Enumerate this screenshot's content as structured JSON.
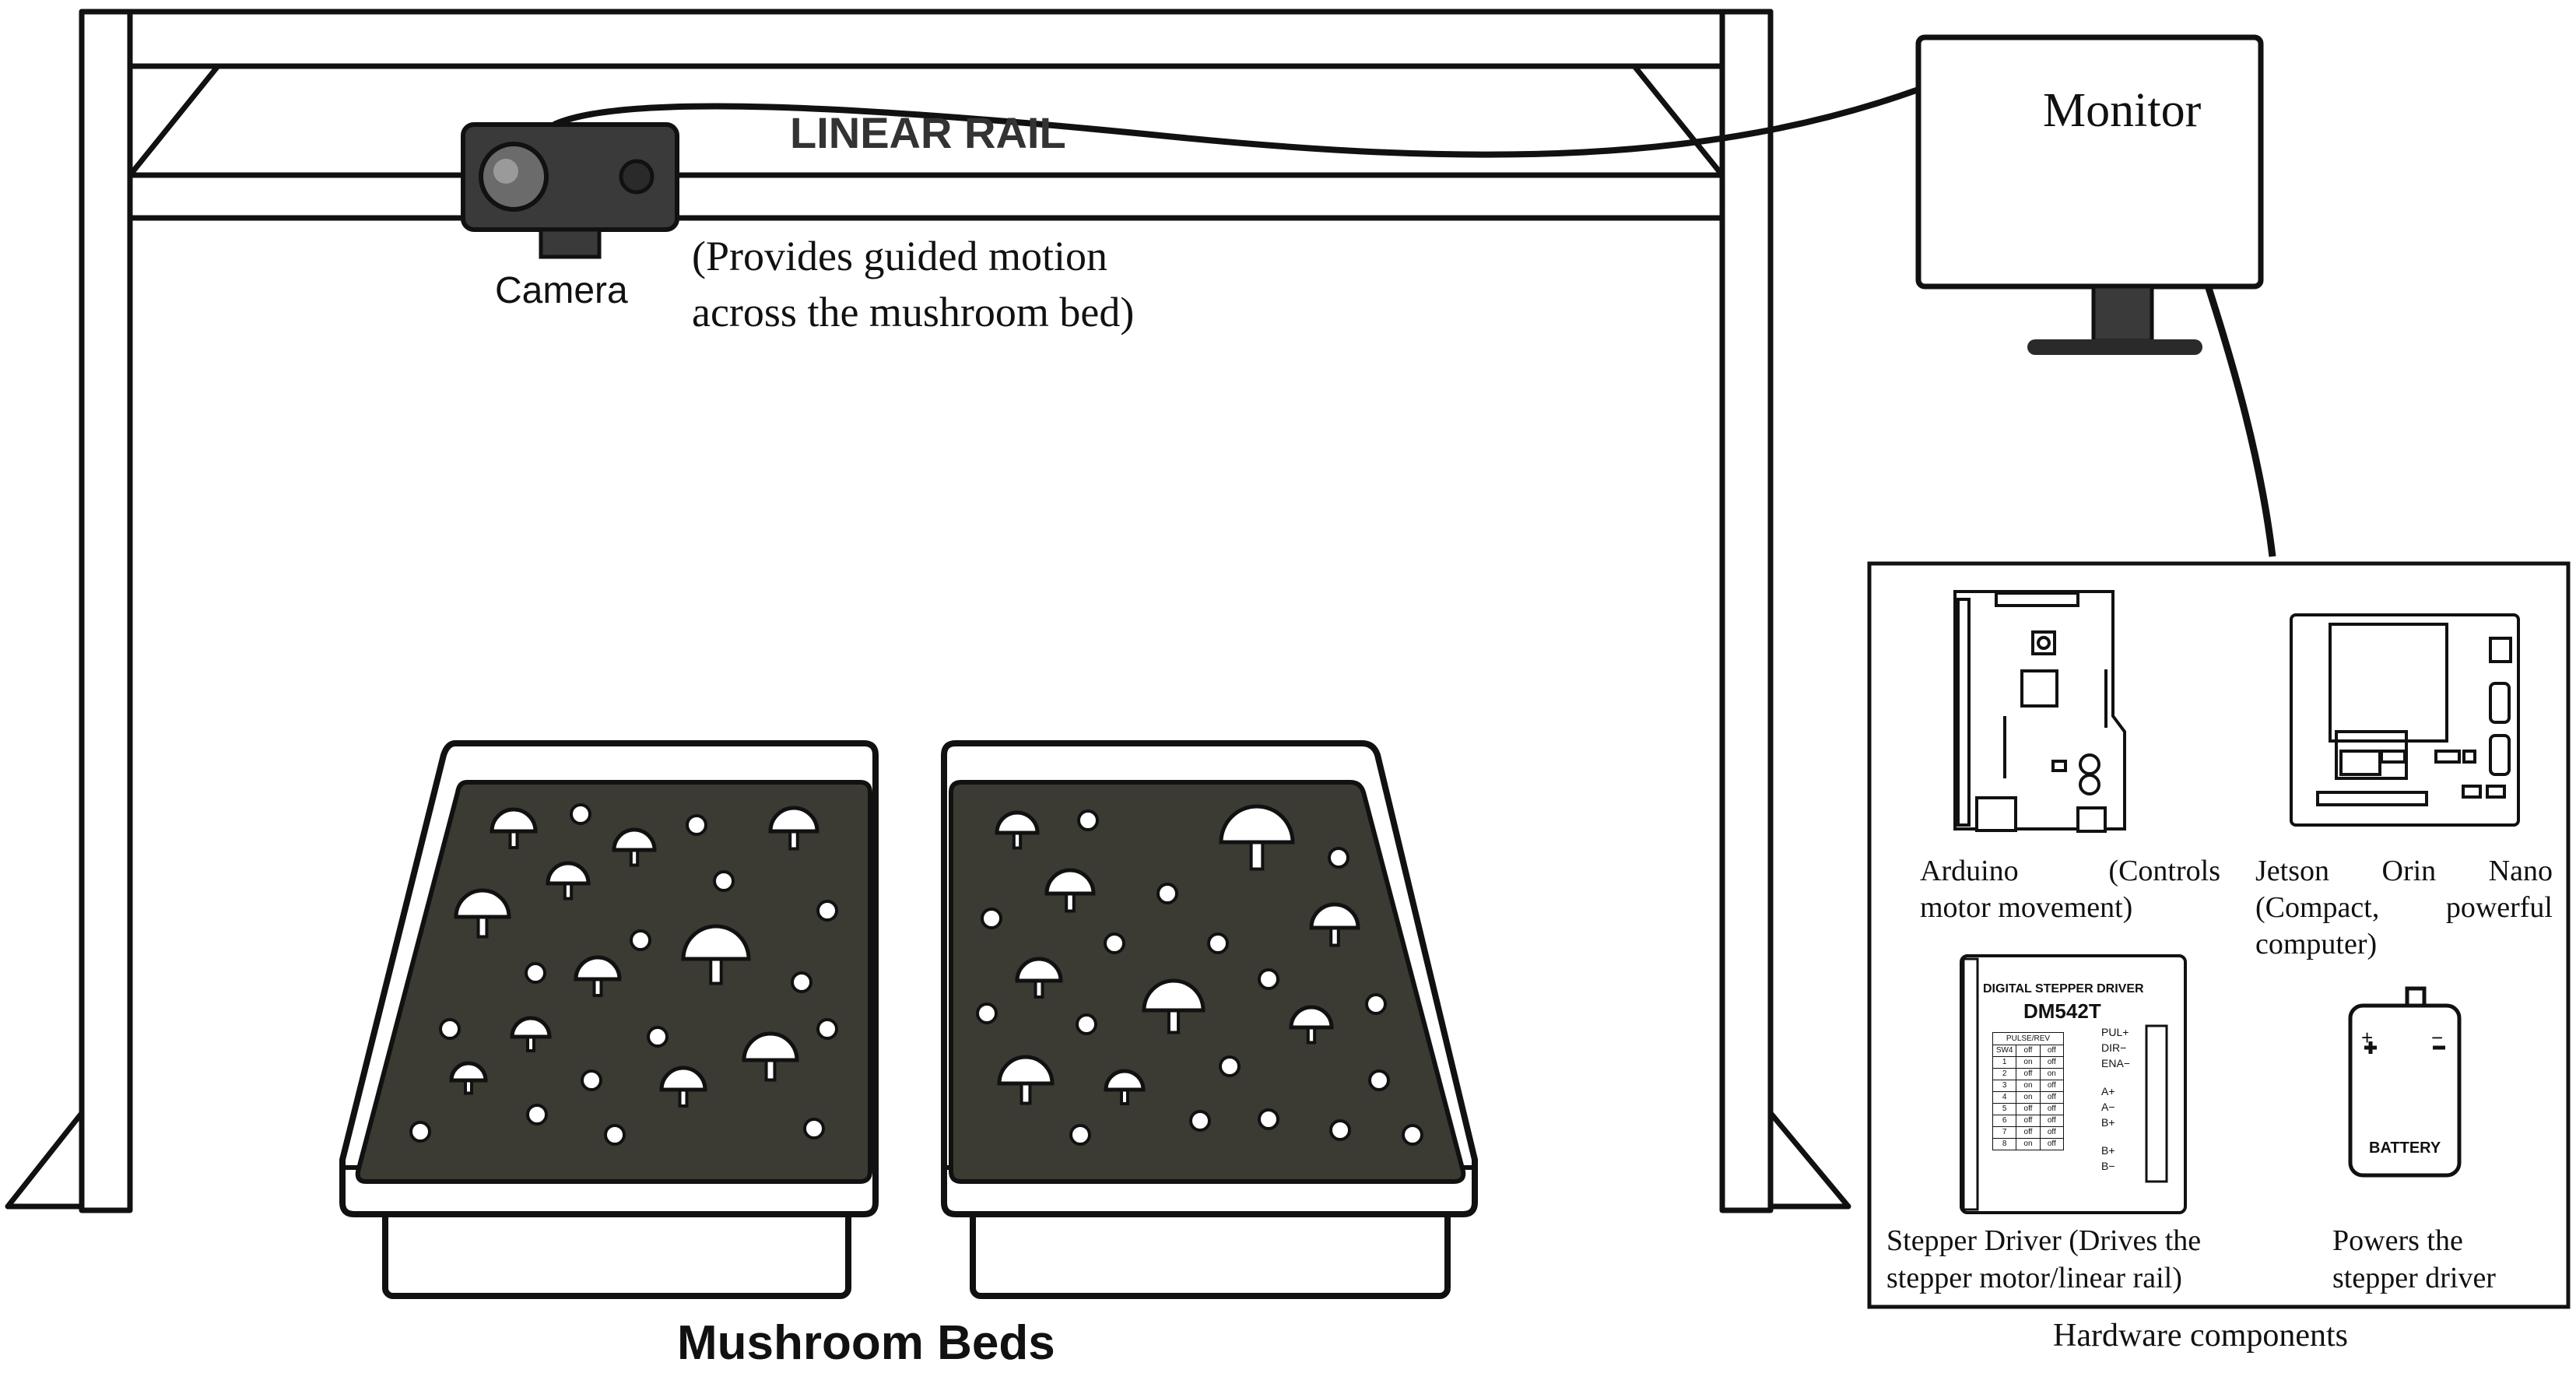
{
  "labels": {
    "linear_rail": "LINEAR RAIL",
    "camera": "Camera",
    "rail_desc_line1": "(Provides guided motion",
    "rail_desc_line2": "across the mushroom bed)",
    "monitor": "Monitor",
    "mushroom_beds": "Mushroom Beds",
    "hardware_components": "Hardware components"
  },
  "hardware": {
    "arduino": {
      "line1": "Arduino (Controls",
      "line2": "motor movement)"
    },
    "jetson": {
      "line1": "Jetson Orin Nano",
      "line2": "(Compact, powerful",
      "line3": "computer)"
    },
    "stepper": {
      "line1": "Stepper Driver (Drives the",
      "line2": "stepper motor/linear rail)"
    },
    "battery": {
      "line1": "Powers the",
      "line2": "stepper driver"
    }
  },
  "driver_panel": {
    "header": "DIGITAL STEPPER DRIVER",
    "model": "DM542T",
    "table_title": "PULSE/REV",
    "columns": [
      "SW4",
      "off",
      "off"
    ],
    "rows": [
      [
        "1",
        "on",
        "off"
      ],
      [
        "2",
        "off",
        "on"
      ],
      [
        "3",
        "on",
        "off"
      ],
      [
        "4",
        "on",
        "off"
      ],
      [
        "5",
        "off",
        "off"
      ],
      [
        "6",
        "off",
        "off"
      ],
      [
        "7",
        "off",
        "off"
      ],
      [
        "8",
        "on",
        "off"
      ]
    ],
    "pins_signal": [
      "PUL+",
      "DIR−",
      "ENA−"
    ],
    "pins_motor": [
      "A+",
      "A−",
      "B+"
    ],
    "pins_power": [
      "B+",
      "B−"
    ]
  },
  "battery_panel": {
    "label": "BATTERY",
    "plus": "+",
    "minus": "−"
  },
  "colors": {
    "ink": "#111111",
    "soil": "#3b3a33",
    "white": "#ffffff",
    "camera": "#3a3a3a"
  }
}
